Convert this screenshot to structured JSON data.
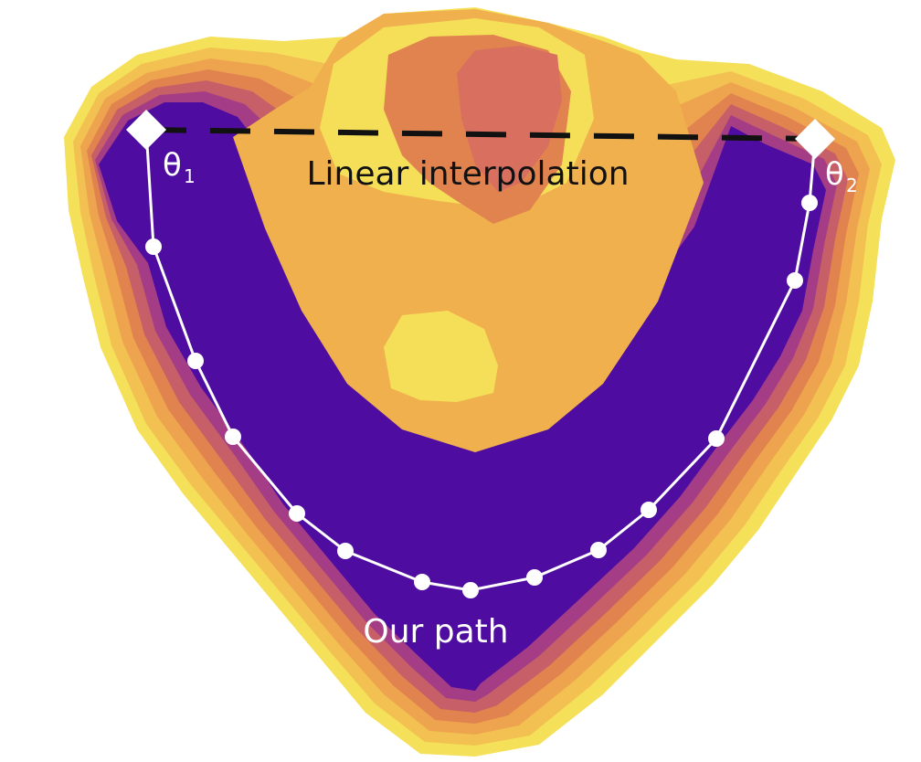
{
  "labels": {
    "linear_interpolation": "Linear interpolation",
    "our_path": "Our path",
    "theta1_symbol": "θ",
    "theta1_sub": "1",
    "theta2_symbol": "θ",
    "theta2_sub": "2"
  },
  "colors": {
    "band_1": "#f5e05a",
    "band_2": "#f2c152",
    "band_3": "#eea44e",
    "band_4": "#e1834f",
    "band_5": "#c65f68",
    "band_6": "#a53d86",
    "band_7": "#7e1d9e",
    "band_core": "#4e0da0",
    "interior_orange": "#efb04d",
    "interior_yellow": "#f5df58",
    "peak_top": "#e1834f",
    "peak_core": "#d96f5f",
    "path_line": "#ffffff",
    "dash_line": "#111111"
  }
}
